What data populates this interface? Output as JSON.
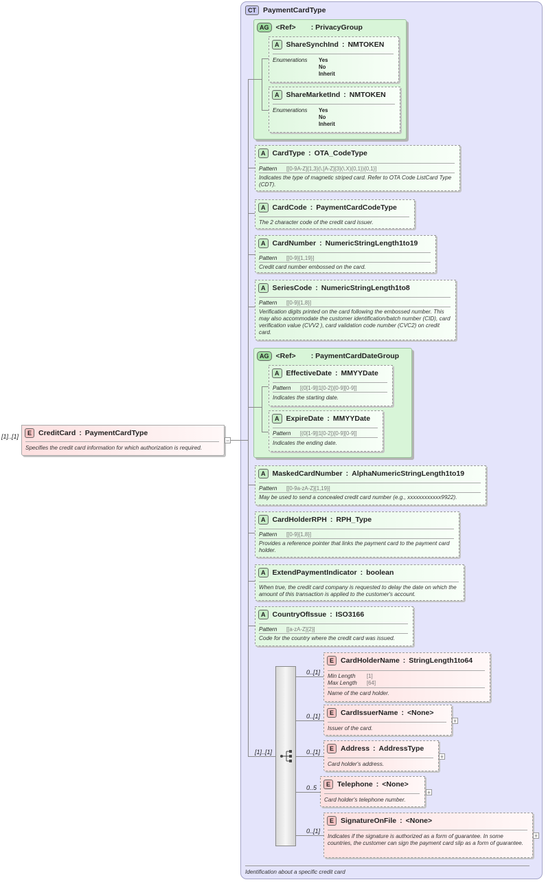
{
  "complex_type": {
    "badge": "CT",
    "name": "PaymentCardType",
    "footer": "Identification about a specific credit card"
  },
  "root": {
    "occurrence": "[1]..[1]",
    "badge": "E",
    "name": "CreditCard",
    "type": "PaymentCardType",
    "description": "Specifies the credit card information for which authorization is required."
  },
  "privacy_group": {
    "badge": "AG",
    "ref": "<Ref>",
    "name": "PrivacyGroup",
    "attr1": {
      "badge": "A",
      "name": "ShareSynchInd",
      "type": "NMTOKEN",
      "enum_label": "Enumerations",
      "enums": [
        "Yes",
        "No",
        "Inherit"
      ]
    },
    "attr2": {
      "badge": "A",
      "name": "ShareMarketInd",
      "type": "NMTOKEN",
      "enum_label": "Enumerations",
      "enums": [
        "Yes",
        "No",
        "Inherit"
      ]
    }
  },
  "card_type": {
    "badge": "A",
    "name": "CardType",
    "type": "OTA_CodeType",
    "facet_label": "Pattern",
    "pattern": "[[0-9A-Z]{1,3}(\\.[A-Z]{3}(\\.X){0,1}){0,1}]",
    "description": "Indicates the type of magnetic striped card. Refer to OTA Code ListCard Type (CDT)."
  },
  "card_code": {
    "badge": "A",
    "name": "CardCode",
    "type": "PaymentCardCodeType",
    "description": "The 2 character code of the credit card issuer."
  },
  "card_number": {
    "badge": "A",
    "name": "CardNumber",
    "type": "NumericStringLength1to19",
    "facet_label": "Pattern",
    "pattern": "[[0-9]{1,19}]",
    "description": "Credit card number embossed on the card."
  },
  "series_code": {
    "badge": "A",
    "name": "SeriesCode",
    "type": "NumericStringLength1to8",
    "facet_label": "Pattern",
    "pattern": "[[0-9]{1,8}]",
    "description": "Verification digits printed on the card following the embossed number. This may also accommodate the customer identification/batch number (CID), card verification value (CVV2 ), card validation code number (CVC2) on credit card."
  },
  "date_group": {
    "badge": "AG",
    "ref": "<Ref>",
    "name": "PaymentCardDateGroup",
    "attr1": {
      "badge": "A",
      "name": "EffectiveDate",
      "type": "MMYYDate",
      "facet_label": "Pattern",
      "pattern": "[(0[1-9]|1[0-2])[0-9][0-9]]",
      "description": "Indicates the starting date."
    },
    "attr2": {
      "badge": "A",
      "name": "ExpireDate",
      "type": "MMYYDate",
      "facet_label": "Pattern",
      "pattern": "[(0[1-9]|1[0-2])[0-9][0-9]]",
      "description": "Indicates the ending date."
    }
  },
  "masked_card_number": {
    "badge": "A",
    "name": "MaskedCardNumber",
    "type": "AlphaNumericStringLength1to19",
    "facet_label": "Pattern",
    "pattern": "[[0-9a-zA-Z]{1,19}]",
    "description": "May be used to send a concealed credit card number (e.g., xxxxxxxxxxxx9922)."
  },
  "card_holder_rph": {
    "badge": "A",
    "name": "CardHolderRPH",
    "type": "RPH_Type",
    "facet_label": "Pattern",
    "pattern": "[[0-9]{1,8}]",
    "description": "Provides a reference pointer that links the payment card to the payment card holder."
  },
  "extend_payment": {
    "badge": "A",
    "name": "ExtendPaymentIndicator",
    "type": "boolean",
    "description": "When true, the credit card company is requested to delay the date on which the amount of this transaction is applied to the customer's account."
  },
  "country_of_issue": {
    "badge": "A",
    "name": "CountryOfIssue",
    "type": "ISO3166",
    "facet_label": "Pattern",
    "pattern": "[[a-zA-Z]{2}]",
    "description": "Code for the country where the credit card was issued."
  },
  "sequence": {
    "occurrence": "[1]..[1]"
  },
  "card_holder_name": {
    "occurrence": "0..[1]",
    "badge": "E",
    "name": "CardHolderName",
    "type": "StringLength1to64",
    "min_label": "Min Length",
    "min_val": "[1]",
    "max_label": "Max Length",
    "max_val": "[64]",
    "description": "Name of the card holder."
  },
  "card_issuer_name": {
    "occurrence": "0..[1]",
    "badge": "E",
    "name": "CardIssuerName",
    "type": "<None>",
    "description": "Issuer of the card."
  },
  "address": {
    "occurrence": "0..[1]",
    "badge": "E",
    "name": "Address",
    "type": "AddressType",
    "description": "Card holder's address."
  },
  "telephone": {
    "occurrence": "0..5",
    "badge": "E",
    "name": "Telephone",
    "type": "<None>",
    "description": "Card holder's telephone number."
  },
  "signature_on_file": {
    "occurrence": "0..[1]",
    "badge": "E",
    "name": "SignatureOnFile",
    "type": "<None>",
    "description": "Indicates if the signature is authorized as a form of guarantee. In some countries, the customer can sign the payment card slip as a form of guarantee."
  },
  "colors": {
    "ct_panel": "#e4e4fb",
    "attribute": "#e0f7e0",
    "element": "#fde0e0",
    "group": "#d8f5d8"
  }
}
